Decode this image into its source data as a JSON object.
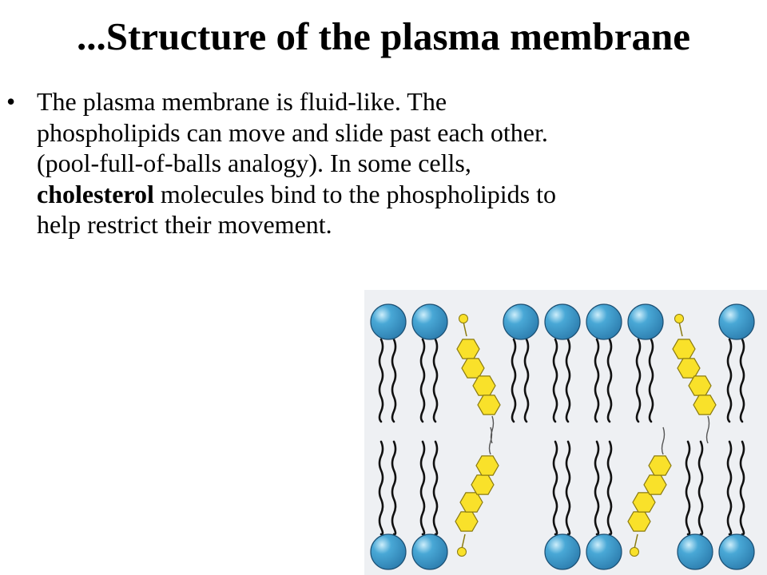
{
  "slide": {
    "title": "...Structure of the plasma membrane",
    "bullet_symbol": "•",
    "bullet": {
      "line1": "The plasma membrane is fluid-like. The",
      "line2": "phospholipids can move and slide past each other.",
      "line3": "(pool-full-of-balls analogy). In some cells,",
      "line4_bold": "cholesterol",
      "line4_rest": " molecules bind to the phospholipids to",
      "line5": "help restrict their movement."
    }
  },
  "figure": {
    "background_color": "#eef0f3",
    "head_color": "#49a8d6",
    "head_highlight_color": "#cdeefb",
    "tail_color": "#111111",
    "cholesterol_color": "#f9e12a",
    "cholesterol_stroke": "#8a7a10",
    "top_leaflet": [
      "phospholipid",
      "phospholipid",
      "cholesterol",
      "phospholipid",
      "phospholipid",
      "phospholipid",
      "phospholipid",
      "cholesterol",
      "phospholipid"
    ],
    "bottom_leaflet": [
      "phospholipid",
      "phospholipid",
      "cholesterol",
      "phospholipid",
      "phospholipid",
      "cholesterol",
      "phospholipid",
      "phospholipid"
    ]
  }
}
